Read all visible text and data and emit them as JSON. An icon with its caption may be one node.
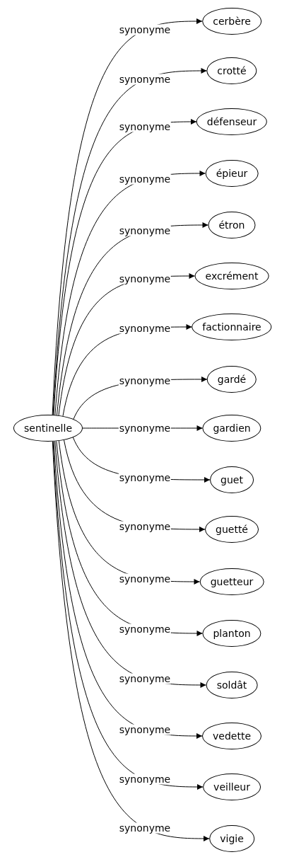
{
  "diagram": {
    "nodes": [
      {
        "text": [
          "sentinelle"
        ]
      },
      {
        "text": [
          "cerbère"
        ]
      },
      {
        "text": [
          "crotté"
        ]
      },
      {
        "text": [
          "défenseur"
        ]
      },
      {
        "text": [
          "épieur"
        ]
      },
      {
        "text": [
          "étron"
        ]
      },
      {
        "text": [
          "excrément"
        ]
      },
      {
        "text": [
          "factionnaire"
        ]
      },
      {
        "text": [
          "gardé"
        ]
      },
      {
        "text": [
          "gardien"
        ]
      },
      {
        "text": [
          "guet"
        ]
      },
      {
        "text": [
          "guetté"
        ]
      },
      {
        "text": [
          "guetteur"
        ]
      },
      {
        "text": [
          "planton"
        ]
      },
      {
        "text": [
          "soldât"
        ]
      },
      {
        "text": [
          "vedette"
        ]
      },
      {
        "text": [
          "veilleur"
        ]
      },
      {
        "text": [
          "vigie"
        ]
      }
    ],
    "edges": [
      {
        "from": 0,
        "to": 1,
        "arrow": "to",
        "label": "synonyme"
      },
      {
        "from": 0,
        "to": 2,
        "arrow": "to",
        "label": "synonyme"
      },
      {
        "from": 0,
        "to": 3,
        "arrow": "to",
        "label": "synonyme"
      },
      {
        "from": 0,
        "to": 4,
        "arrow": "to",
        "label": "synonyme"
      },
      {
        "from": 0,
        "to": 5,
        "arrow": "to",
        "label": "synonyme"
      },
      {
        "from": 0,
        "to": 6,
        "arrow": "to",
        "label": "synonyme"
      },
      {
        "from": 0,
        "to": 7,
        "arrow": "to",
        "label": "synonyme"
      },
      {
        "from": 0,
        "to": 8,
        "arrow": "to",
        "label": "synonyme"
      },
      {
        "from": 0,
        "to": 9,
        "arrow": "to",
        "label": "synonyme"
      },
      {
        "from": 0,
        "to": 10,
        "arrow": "to",
        "label": "synonyme"
      },
      {
        "from": 0,
        "to": 11,
        "arrow": "to",
        "label": "synonyme"
      },
      {
        "from": 0,
        "to": 12,
        "arrow": "to",
        "label": "synonyme"
      },
      {
        "from": 0,
        "to": 13,
        "arrow": "to",
        "label": "synonyme"
      },
      {
        "from": 0,
        "to": 14,
        "arrow": "to",
        "label": "synonyme"
      },
      {
        "from": 0,
        "to": 15,
        "arrow": "to",
        "label": "synonyme"
      },
      {
        "from": 0,
        "to": 16,
        "arrow": "to",
        "label": "synonyme"
      },
      {
        "from": 0,
        "to": 17,
        "arrow": "to",
        "label": "synonyme"
      }
    ]
  }
}
